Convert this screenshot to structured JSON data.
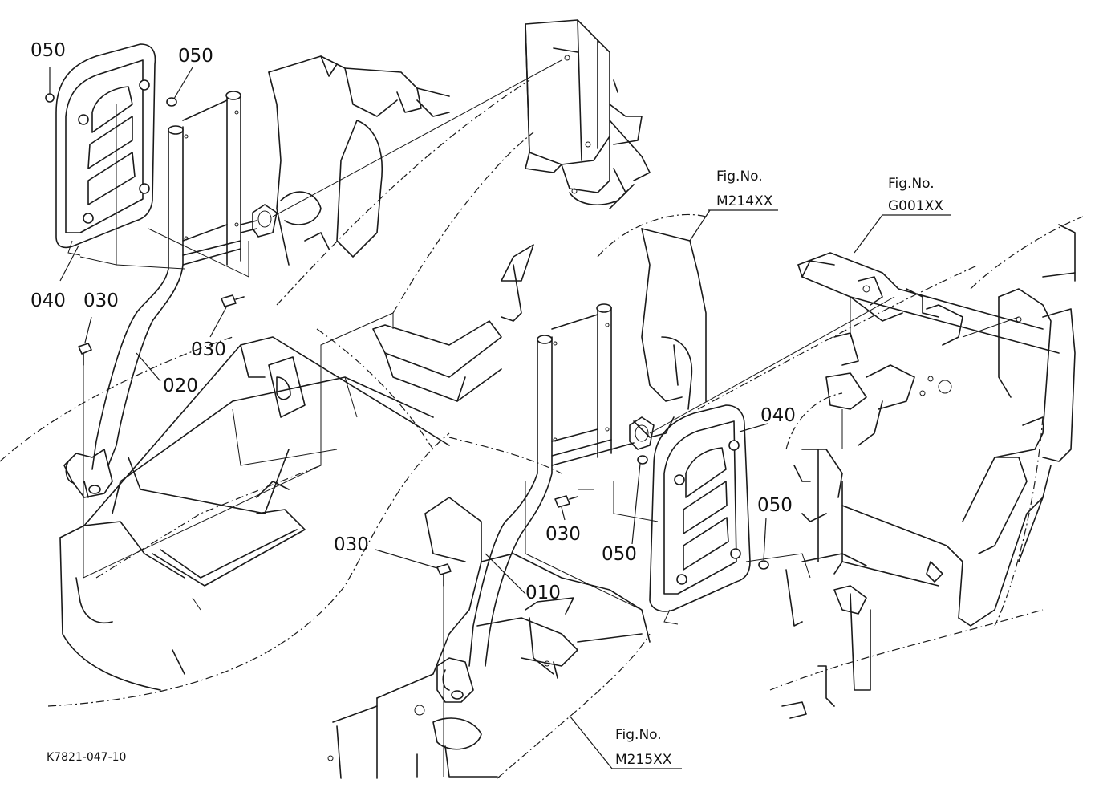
{
  "parts": [
    {
      "id": "p1",
      "label": "050"
    },
    {
      "id": "p2",
      "label": "050"
    },
    {
      "id": "p3",
      "label": "040"
    },
    {
      "id": "p4",
      "label": "030"
    },
    {
      "id": "p5",
      "label": "030"
    },
    {
      "id": "p6",
      "label": "020"
    },
    {
      "id": "p7",
      "label": "040"
    },
    {
      "id": "p8",
      "label": "030"
    },
    {
      "id": "p9",
      "label": "050"
    },
    {
      "id": "p10",
      "label": "050"
    },
    {
      "id": "p11",
      "label": "030"
    },
    {
      "id": "p12",
      "label": "010"
    }
  ],
  "references": [
    {
      "id": "r1",
      "caption": "Fig.No.",
      "code": "M214XX"
    },
    {
      "id": "r2",
      "caption": "Fig.No.",
      "code": "G001XX"
    },
    {
      "id": "r3",
      "caption": "Fig.No.",
      "code": "M215XX"
    }
  ],
  "drawing_code": "K7821-047-10"
}
